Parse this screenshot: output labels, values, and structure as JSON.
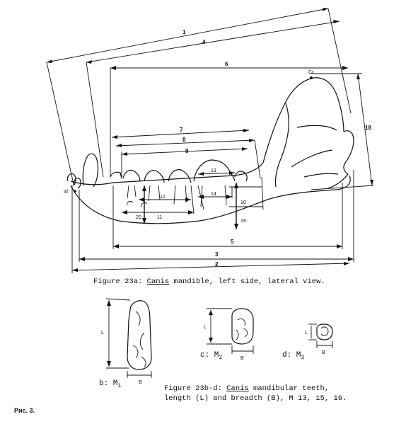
{
  "figure_a": {
    "caption_prefix": "Figure 23a: ",
    "caption_genus": "Canis",
    "caption_rest": " mandible, left side, lateral view.",
    "landmarks": {
      "cr": "Cr",
      "id": "Id"
    },
    "measure_labels": [
      "1",
      "2",
      "3",
      "4",
      "5",
      "6",
      "7",
      "8",
      "9",
      "10",
      "11",
      "12",
      "13",
      "14",
      "18",
      "19",
      "20"
    ]
  },
  "figure_bd": {
    "caption_prefix": "Figure 23b-d: ",
    "caption_genus": "Canis",
    "caption_rest": " mandibular teeth,",
    "caption_line2": "length (L) and breadth (B), M 13, 15, 16.",
    "teeth": [
      {
        "key": "b",
        "label": "b: M",
        "sub": "1",
        "length": "L",
        "breadth": "B"
      },
      {
        "key": "c",
        "label": "c: M",
        "sub": "2",
        "length": "L",
        "breadth": "B"
      },
      {
        "key": "d",
        "label": "d: M",
        "sub": "3",
        "length": "L",
        "breadth": "B"
      }
    ]
  },
  "footer": {
    "label": "Рис. 3."
  }
}
